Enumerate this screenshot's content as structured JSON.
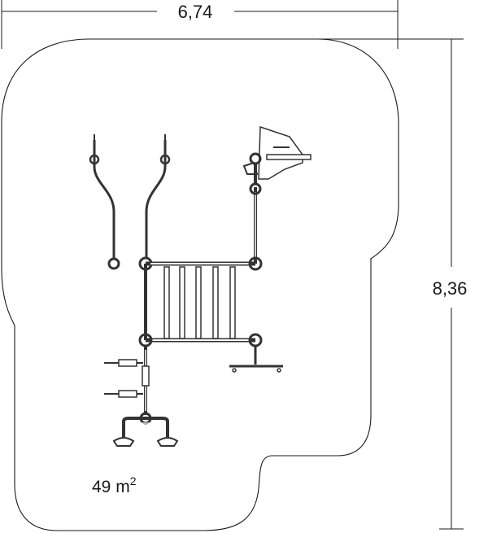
{
  "dimensions": {
    "width_label": "6,74",
    "height_label": "8,36"
  },
  "area": {
    "value": "49 m",
    "superscript": "2"
  },
  "colors": {
    "line": "#1a1a1a",
    "equipment": "#333333",
    "background": "#ffffff"
  }
}
